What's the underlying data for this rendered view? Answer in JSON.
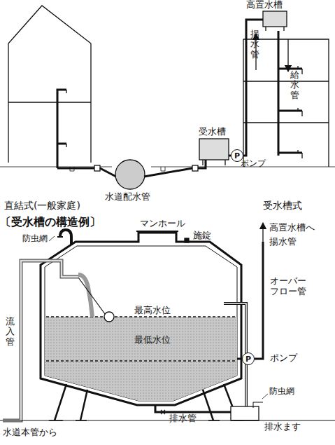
{
  "diagram": {
    "nodes": [
      {
        "text": [
          "P"
        ]
      },
      {
        "text": [
          "P"
        ]
      }
    ],
    "labels": [
      "高置水槽",
      "揚水管",
      "給水管",
      "受水槽",
      "ポンプ",
      "水道配水管",
      "直結式(一般家庭)",
      "受水槽式",
      "〔受水槽の構造例〕",
      "マンホール",
      "施錠",
      "防虫網",
      "高置水槽へ",
      "揚水管",
      "オーバーフロー管",
      "最高水位",
      "最低水位",
      "流入管",
      "ポンプ",
      "防虫網",
      "排水管",
      "排水ます",
      "水道本管から"
    ]
  }
}
